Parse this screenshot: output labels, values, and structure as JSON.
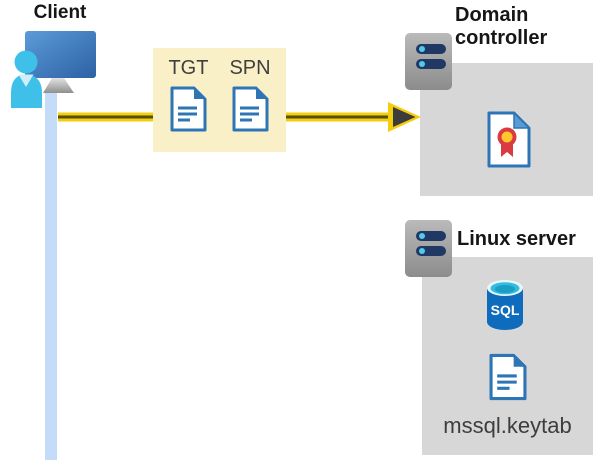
{
  "client": {
    "label": "Client"
  },
  "tickets": {
    "tgt_label": "TGT",
    "spn_label": "SPN"
  },
  "domain_controller": {
    "label": "Domain controller"
  },
  "linux_server": {
    "label": "Linux server",
    "sql_icon_label": "SQL",
    "keytab_label": "mssql.keytab"
  },
  "icons": [
    "client-computer-icon",
    "person-icon",
    "document-icon",
    "arrow-right-icon",
    "server-tower-icon",
    "certificate-icon",
    "sql-database-icon"
  ],
  "colors": {
    "arrow_yellow": "#f4cd0d",
    "arrow_dark_stripe": "#55500f",
    "arrowhead_dark": "#3c3c3c",
    "ticket_box_bg": "#faf0c8",
    "server_box_bg": "#d7d7d7",
    "doc_blue": "#2e75b6",
    "client_line_blue": "#c5dcf8",
    "person_cyan": "#3fc0e8",
    "monitor_blue": "#3a74b8",
    "server_bar_navy": "#203864",
    "server_dot_cyan": "#53c9ee",
    "sql_body_blue": "#0f6cbd",
    "sql_top_cyan": "#2fbde0",
    "cert_red": "#da3b42",
    "cert_gold": "#ffc72c",
    "heading_text": "#161616",
    "label_text": "#3f3f3f"
  }
}
